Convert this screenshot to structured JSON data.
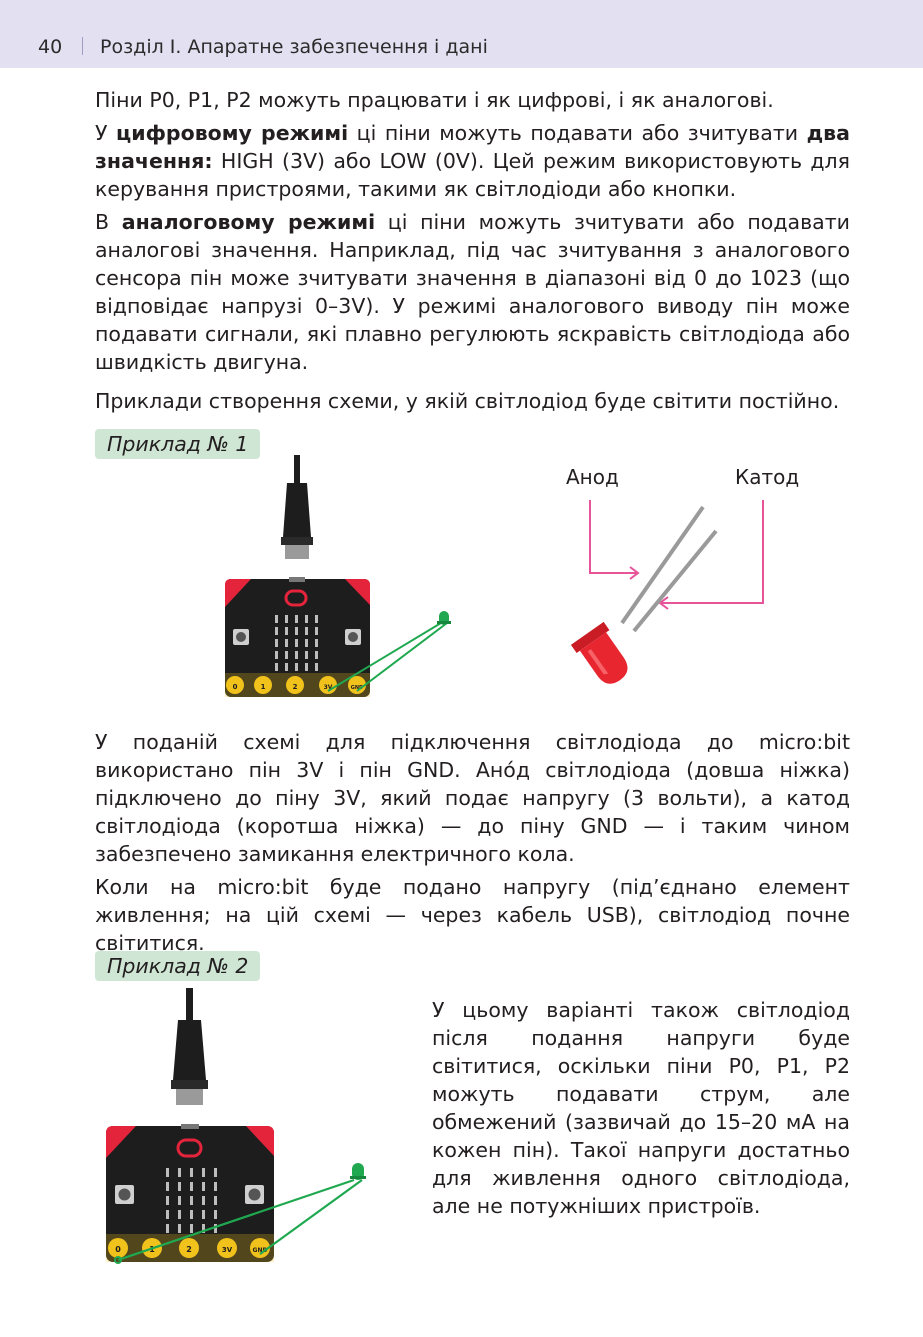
{
  "header": {
    "page_number": "40",
    "chapter_title": "Розділ I. Апаратне забезпечення і дані"
  },
  "paragraphs": {
    "intro": "Піни P0, P1, P2 можуть працювати і як цифрові, і як аналогові.",
    "digital_pre": "У ",
    "digital_bold1": "цифровому режимі",
    "digital_mid": " ці піни можуть подавати або зчитувати ",
    "digital_bold2": "два значення:",
    "digital_post": " HIGH (3V) або LOW (0V). Цей режим використовують для керування пристроями, такими як світлодіоди або кнопки.",
    "analog_pre": "В ",
    "analog_bold": "аналоговому режимі",
    "analog_post": " ці піни можуть зчитувати або подавати аналогові значення. Наприклад, під час зчитування з аналогового сенсора пін може зчитувати значення в діапазоні від 0 до 1023 (що відповідає напрузі 0–3V). У режимі аналогового виводу пін може подавати сигнали, які плавно регулюють яскравість світлодіода або швидкість двигуна.",
    "examples_intro": "Приклади створення схеми, у якій світлодіод буде світити постійно.",
    "example1_desc": "У поданій схемі для підключення світлодіода до micro:bit використано пін 3V і пін GND. Ано́д світлодіода (довша ніжка) підключено до піну 3V, який подає напругу (3 вольти), а катод світлодіода (коротша ніжка) — до піну GND — і таким чином забезпечено замикання електричного кола.",
    "example1_power": "Коли на micro:bit буде подано напругу (під’єднано елемент живлення; на цій схемі — через кабель USB), світлодіод почне світитися.",
    "example2_desc": "У цьому варіанті також світлодіод після подання напруги буде світитися, оскільки піни P0, P1, P2 можуть подавати струм, але обмежений (зазвичай до 15–20 мА на кожен пін). Такої напруги достатньо для живлення одного світлодіода, але не потужніших пристроїв."
  },
  "examples": {
    "ex1_label": "Приклад № 1",
    "ex2_label": "Приклад № 2"
  },
  "led_diagram": {
    "anode_label": "Анод",
    "cathode_label": "Катод"
  },
  "board": {
    "pin_labels": [
      "0",
      "1",
      "2",
      "3V",
      "GND"
    ]
  },
  "colors": {
    "header_bg": "#e3e1f1",
    "label_bg": "#cfe6d4",
    "board_red": "#e3243b",
    "board_black": "#1d1d1d",
    "pin_gold": "#f2c21c",
    "wire_green": "#1fa84f",
    "led_red": "#e8262f",
    "arrow_pink": "#e8549a"
  }
}
